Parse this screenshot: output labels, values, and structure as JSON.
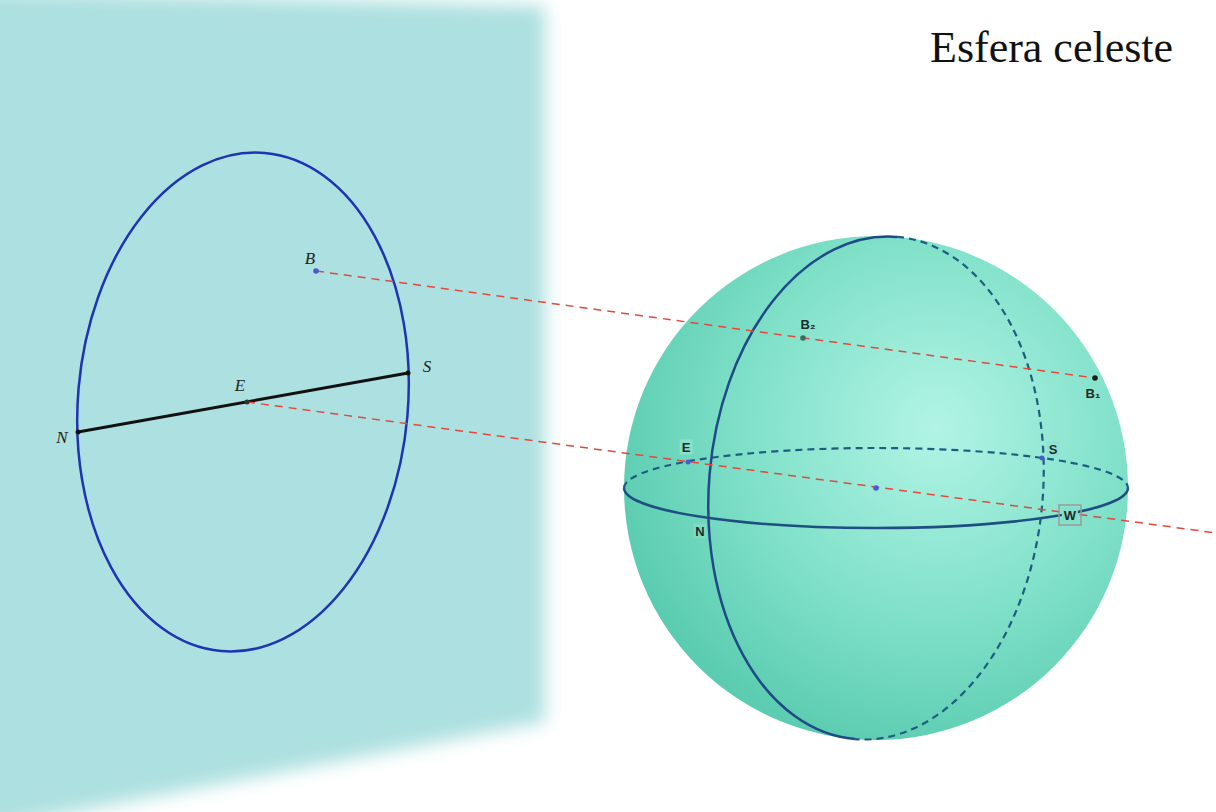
{
  "diagram": {
    "title": "Esfera celeste",
    "labels": [
      "B",
      "S",
      "E",
      "N",
      "B₂",
      "B₁",
      "E",
      "S",
      "N",
      "W"
    ]
  }
}
